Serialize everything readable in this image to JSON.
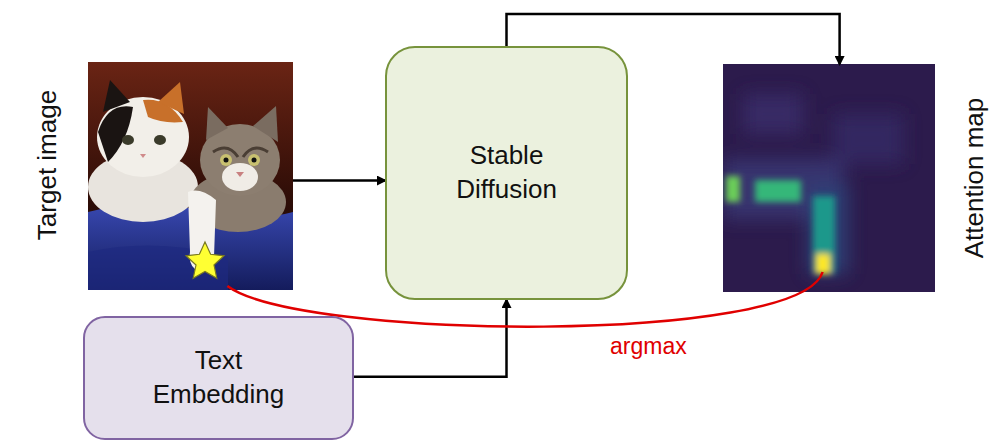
{
  "diagram": {
    "nodes": [
      {
        "text": [
          "Target image"
        ]
      },
      {
        "text": [
          "Stable Diffusion"
        ]
      },
      {
        "text": [
          "Attention map"
        ]
      },
      {
        "text": [
          "Text Embedding"
        ]
      }
    ],
    "edges": [
      {
        "from": 0,
        "to": 1,
        "arrow": "to"
      },
      {
        "from": 3,
        "to": 1,
        "arrow": "to"
      },
      {
        "from": 1,
        "to": 2,
        "arrow": "to"
      },
      {
        "from": 2,
        "to": 0,
        "label": "argmax",
        "arrow": "none"
      }
    ]
  }
}
